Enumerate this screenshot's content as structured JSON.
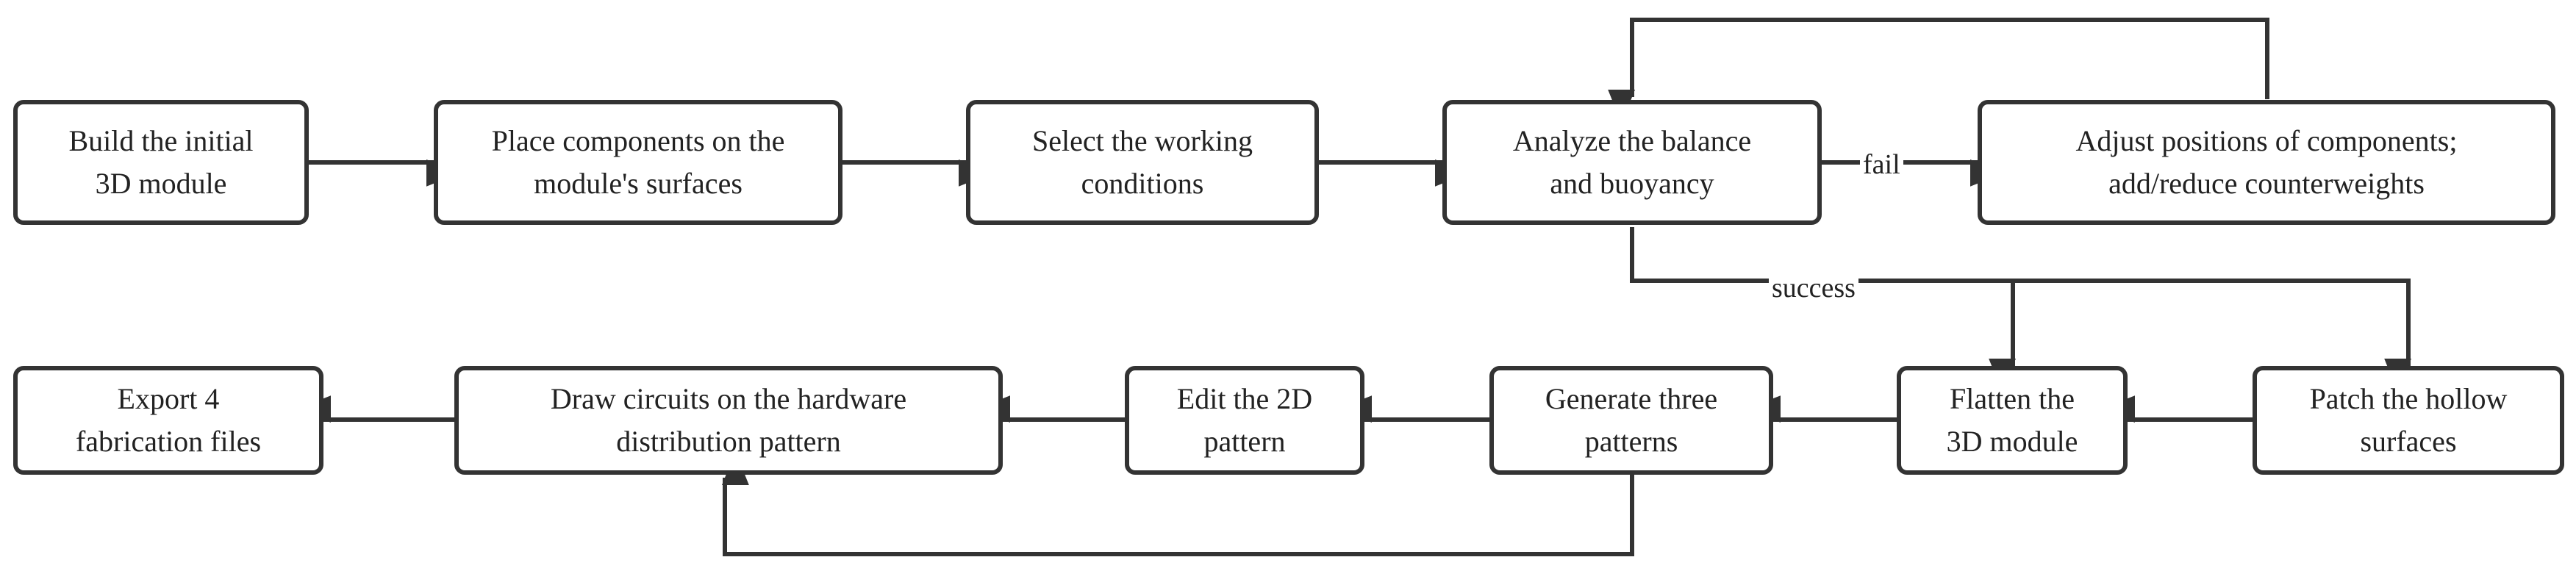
{
  "nodes": {
    "build": "Build the initial\n3D module",
    "place": "Place components on the\nmodule's surfaces",
    "select": "Select the working\nconditions",
    "analyze": "Analyze the balance\nand buoyancy",
    "adjust": "Adjust positions of components;\nadd/reduce counterweights",
    "patch": "Patch the hollow\nsurfaces",
    "flatten": "Flatten the\n3D module",
    "generate": "Generate three\npatterns",
    "edit": "Edit the 2D\npattern",
    "draw": "Draw circuits on the hardware\ndistribution pattern",
    "export": "Export 4\nfabrication files"
  },
  "edge_labels": {
    "fail": "fail",
    "success": "success"
  },
  "colors": {
    "stroke": "#333333",
    "text": "#222222",
    "background": "#ffffff"
  }
}
